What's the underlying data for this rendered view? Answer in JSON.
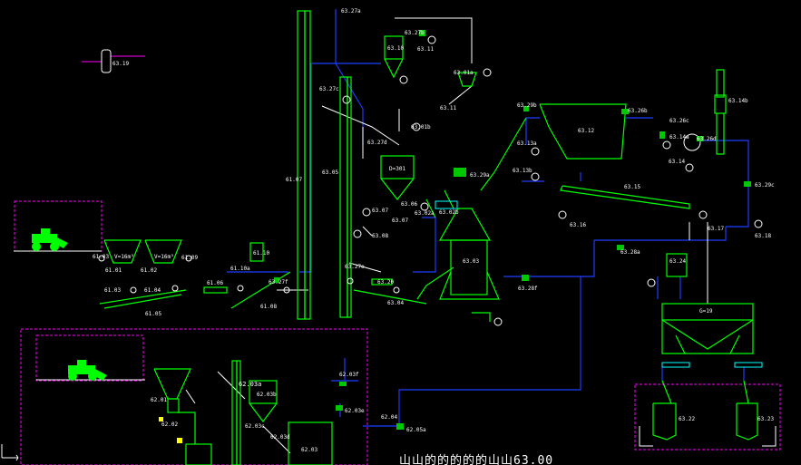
{
  "labels": {
    "t6319": "63.19",
    "t6327a": "63.27a",
    "t6310": "63.10",
    "t6327b": "63.27b",
    "t6311": "63.11",
    "t6301a": "63.01a",
    "t6327c": "63.27c",
    "t6301b": "63.01b",
    "t6327d": "63.27d",
    "t6311b": "63.11",
    "tD301": "D=301",
    "t6329b": "63.29b",
    "t6312": "63.12",
    "t6326b": "63.26b",
    "t6326c": "63.26c",
    "t6314a": "63.14a",
    "t6314": "63.14",
    "t6326d": "63.26d",
    "t6314b": "63.14b",
    "t6313a": "63.13a",
    "t6313b": "63.13b",
    "t6329a": "63.29a",
    "t6315": "63.15",
    "t6329c": "63.29c",
    "t6307": "63.07",
    "t6306": "63.06",
    "t6302a": "63.02a",
    "t6302b": "63.02b",
    "t6308": "63.08",
    "t6316": "63.16",
    "t6317": "63.17",
    "t6318": "63.18",
    "t6328a": "63.28a",
    "t6103": "61.03",
    "t6101": "61.01",
    "t6102": "61.02",
    "t6109": "61.09",
    "v1": "V=16m³",
    "v2": "V=16m³",
    "t6110": "61.10",
    "t6110a": "61.10a",
    "t6327e": "63.27e",
    "t6305": "63.05",
    "t6107": "61.07",
    "t6327f": "63.27f",
    "t6320": "63.20",
    "t6303": "63.03",
    "t6328f": "63.28f",
    "t6324": "63.24",
    "tG": "G=19",
    "t6304": "63.04",
    "t6108": "61.08",
    "t6105": "61.05",
    "t6104": "61.04",
    "t61031": "61.03",
    "t6106": "61.06",
    "t6103b": "63.07",
    "t6201": "62.01",
    "t6202": "62.02",
    "t6203a": "62.03a",
    "t6203b": "62.03b",
    "t6203c": "62.03c",
    "t6203d": "62.03d",
    "t6203": "62.03",
    "t6203f": "62.03f",
    "t6203e": "62.03e",
    "t6204": "62.04",
    "t6205": "62.05a",
    "t6322": "63.22",
    "t6323": "63.23",
    "bottom_text": "山山的的的的的山山63.00"
  }
}
